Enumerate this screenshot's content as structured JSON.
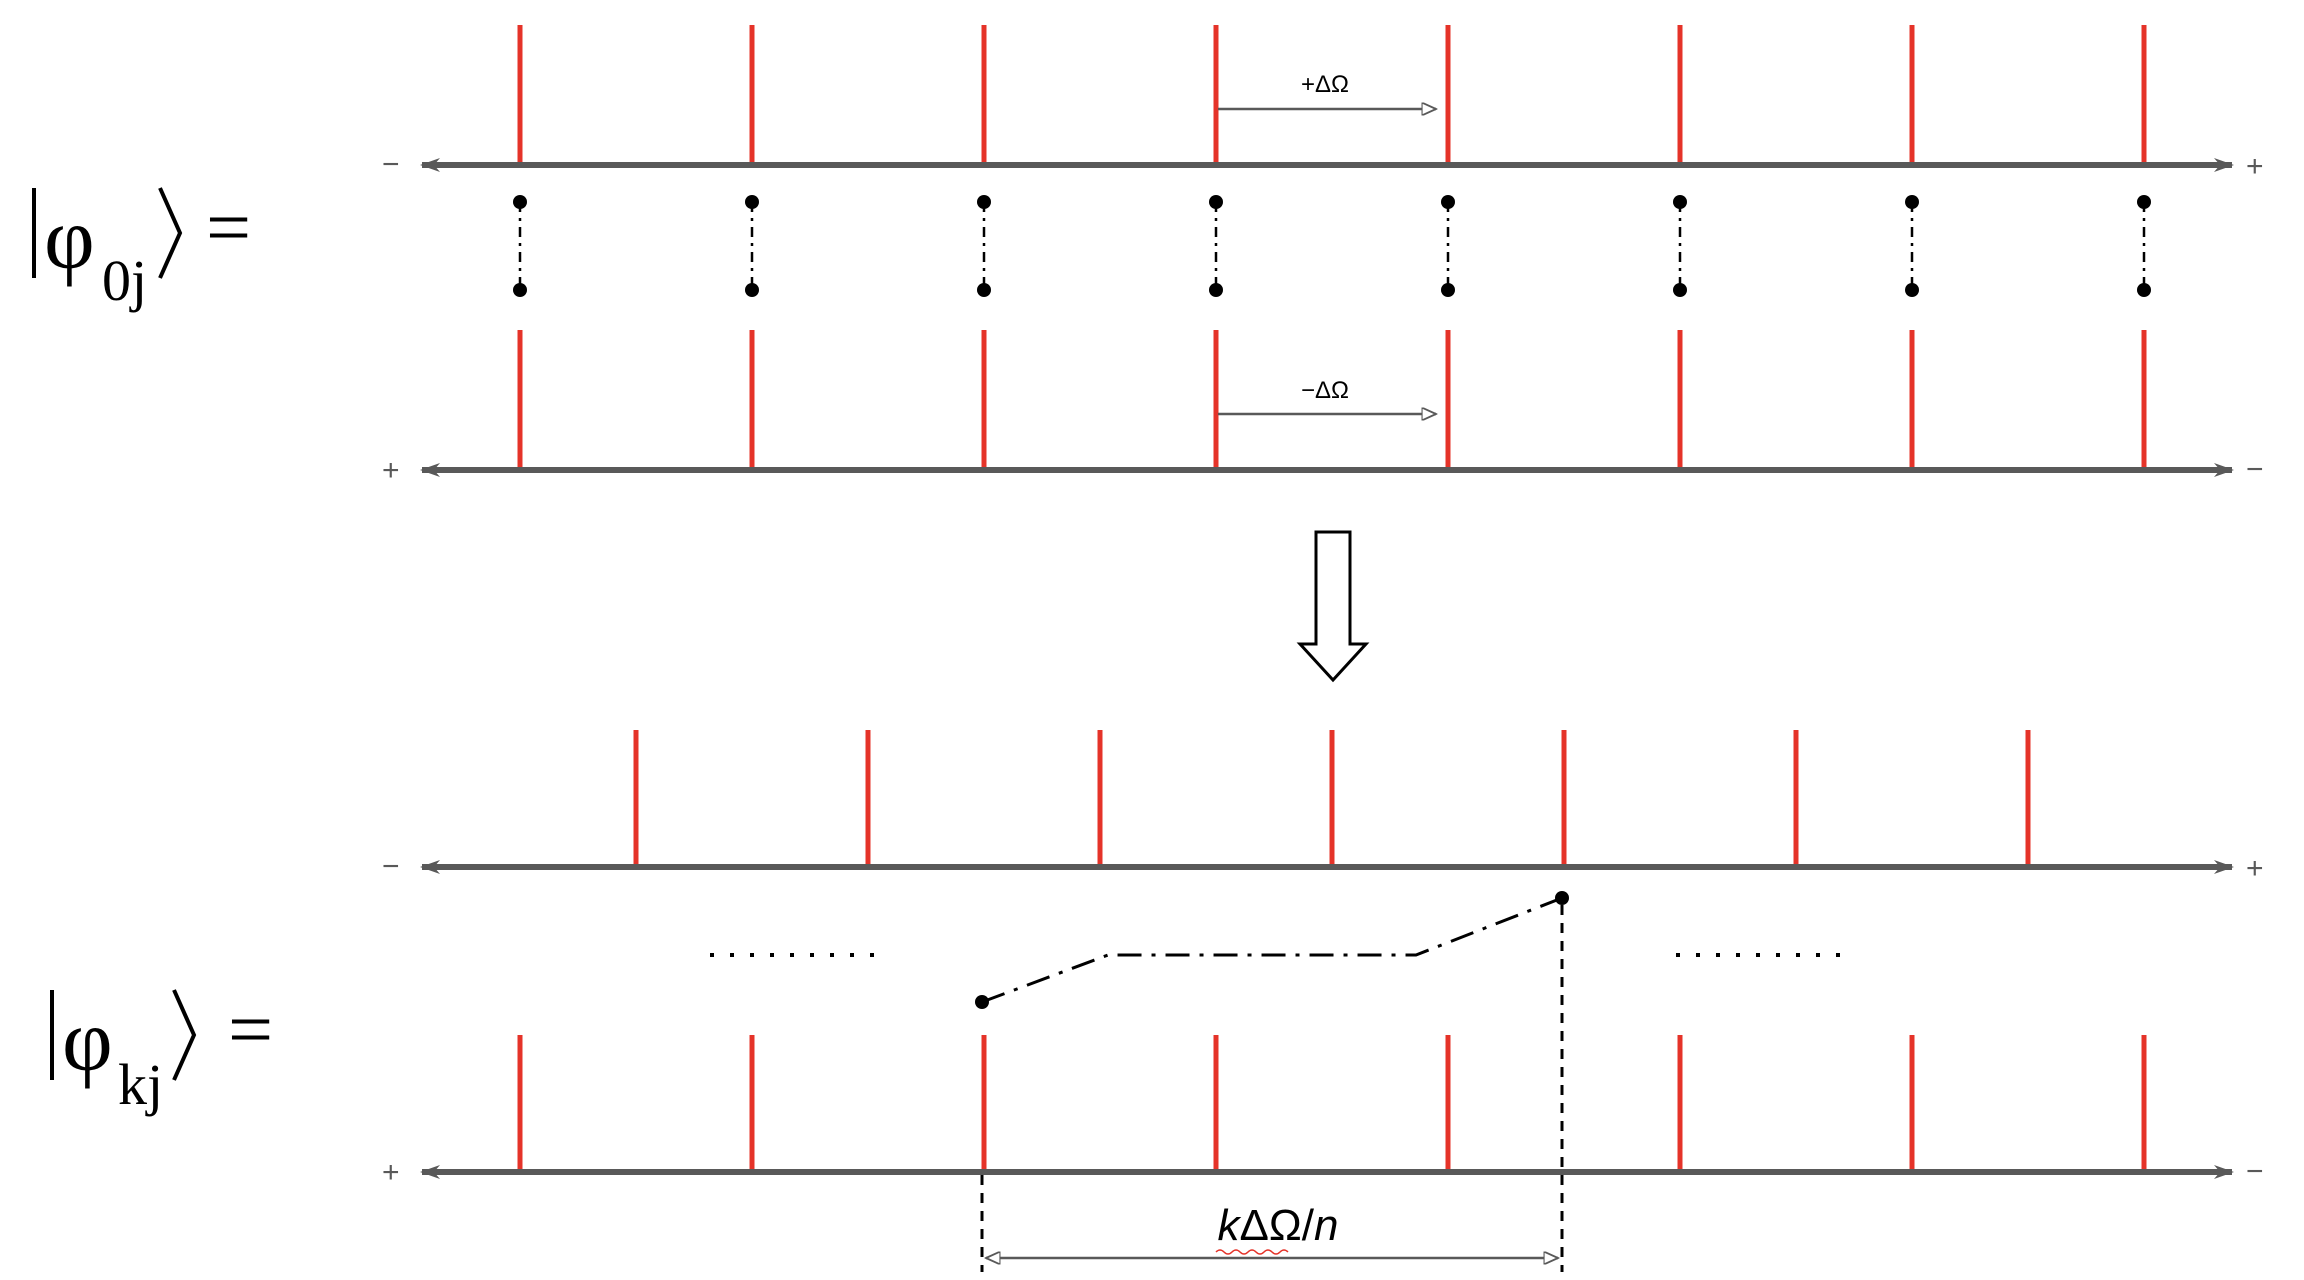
{
  "colors": {
    "axis": "#595959",
    "tick": "#e53329",
    "link": "#000000",
    "arrow": "#000000"
  },
  "equations": {
    "state0": {
      "phi": "φ",
      "sub": "0j",
      "eq": "="
    },
    "statek": {
      "phi": "φ",
      "sub": "kj",
      "eq": "="
    }
  },
  "panel_top": {
    "upper_axis": {
      "left_sign": "−",
      "right_sign": "+"
    },
    "lower_axis": {
      "left_sign": "+",
      "right_sign": "−"
    },
    "upper_shift_label": "+ΔΩ",
    "lower_shift_label": "−ΔΩ",
    "line_count": 8
  },
  "panel_bottom": {
    "upper_axis": {
      "left_sign": "−",
      "right_sign": "+"
    },
    "lower_axis": {
      "left_sign": "+",
      "right_sign": "−"
    },
    "shift_label": {
      "k": "k",
      "mid": "ΔΩ/",
      "n": "n"
    },
    "line_count": 8
  },
  "transition_arrow": "down-arrow-icon"
}
